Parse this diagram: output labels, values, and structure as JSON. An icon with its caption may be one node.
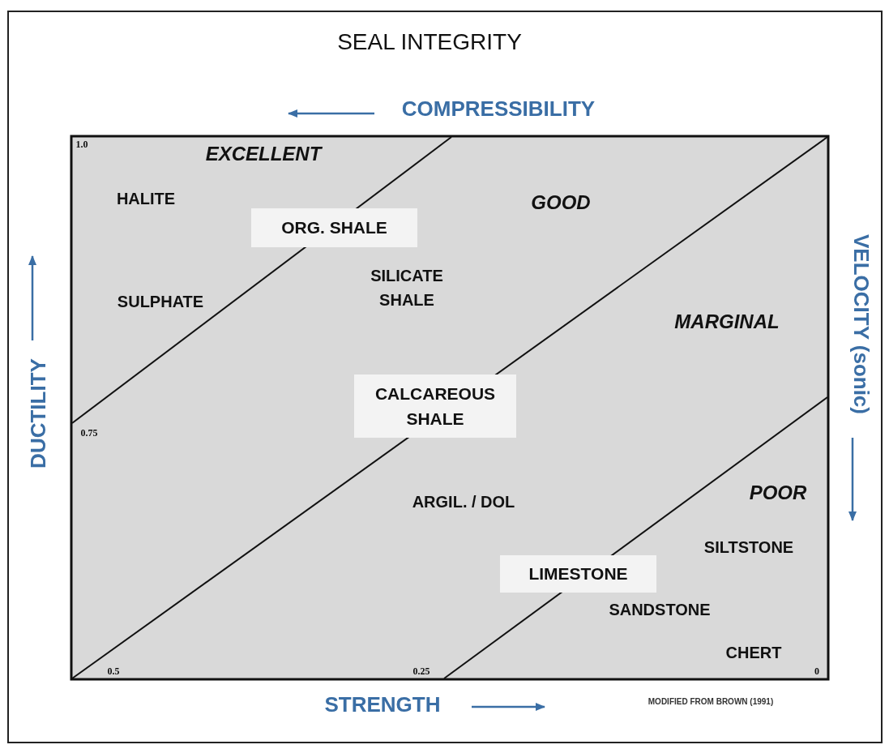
{
  "diagram": {
    "title": "SEAL INTEGRITY",
    "nodes": [
      {
        "text": [
          "ORG. SHALE"
        ]
      },
      {
        "text": [
          "CALCAREOUS SHALE"
        ]
      },
      {
        "text": [
          "LIMESTONE"
        ]
      }
    ],
    "labels": [
      "COMPRESSIBILITY",
      "1.0",
      "EXCELLENT",
      "HALITE",
      "GOOD",
      "SILICATE SHALE",
      "SULPHATE",
      "MARGINAL",
      "DUCTILITY",
      "VELOCITY (sonic)",
      "0.75",
      "ARGIL. / DOL",
      "POOR",
      "SILTSTONE",
      "SANDSTONE",
      "CHERT",
      "0.5",
      "0.25",
      "0",
      "STRENGTH",
      "MODIFIED FROM BROWN (1991)"
    ]
  }
}
